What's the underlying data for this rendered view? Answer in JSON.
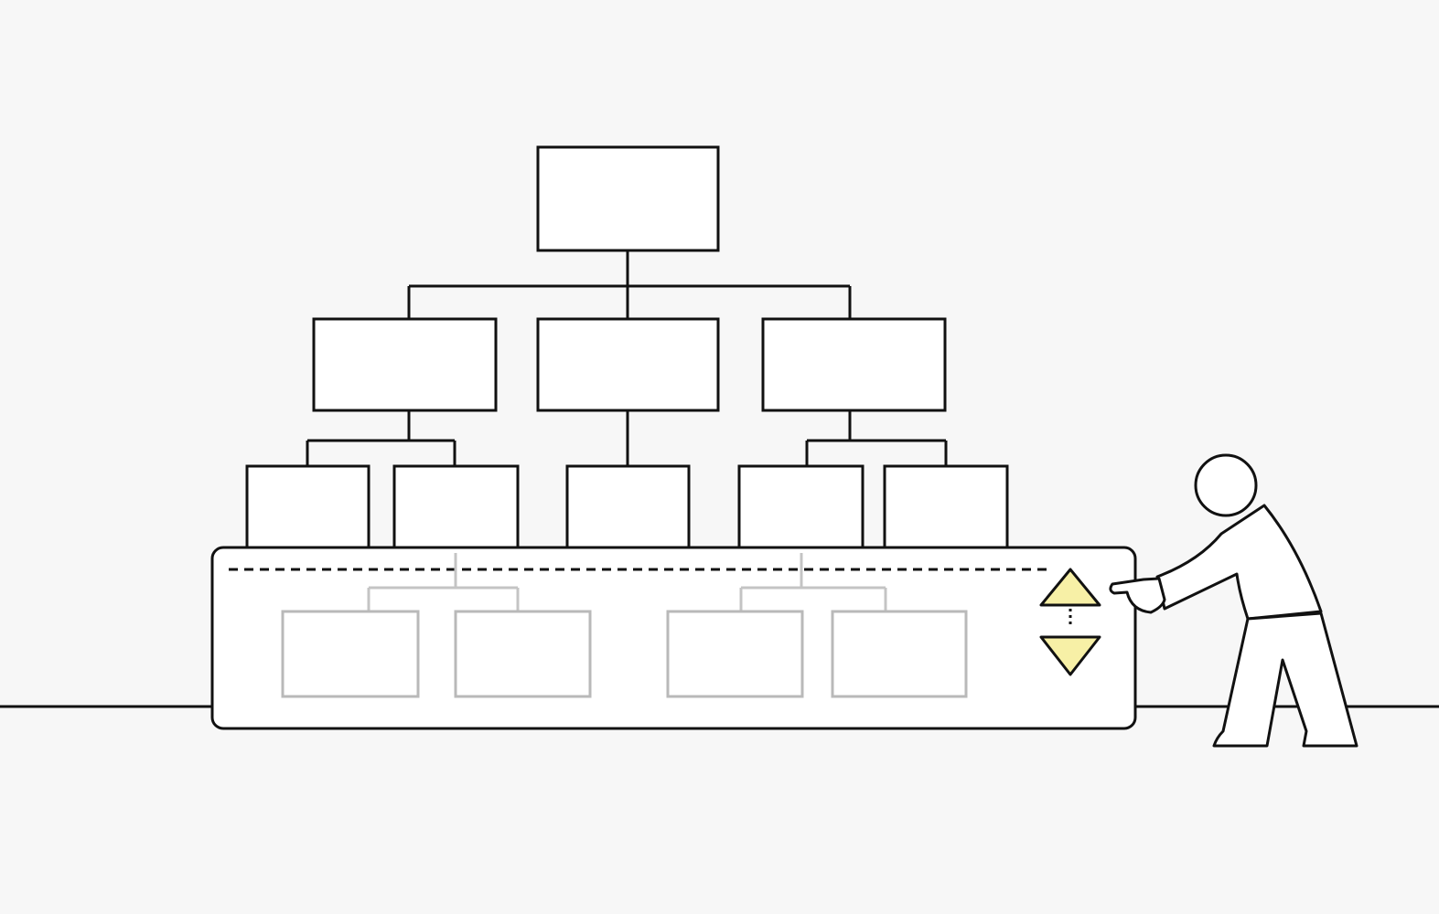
{
  "diagram": {
    "kind": "org-chart",
    "levels_visible": 3,
    "level_counts": [
      1,
      3,
      5
    ],
    "hidden_level_count": 4,
    "panel": {
      "separator": "dashed",
      "controls": [
        "expand-up",
        "collapse-down"
      ]
    },
    "figure": "person-pointing-at-controls"
  },
  "colors": {
    "background": "#f7f7f7",
    "stroke": "#111111",
    "box_fill": "#ffffff",
    "ghost_stroke": "#b9b9b9",
    "arrow_fill": "#f7f0a6"
  }
}
